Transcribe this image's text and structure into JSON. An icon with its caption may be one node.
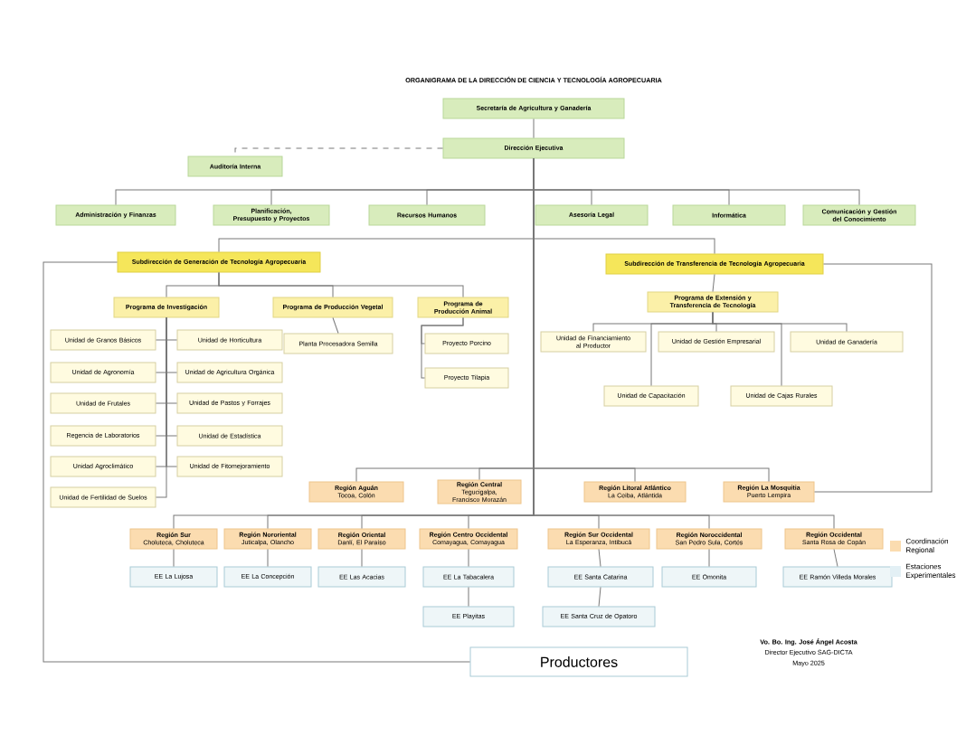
{
  "diagram": {
    "title": "ORGANIGRAMA DE LA DIRECCIÓN DE CIENCIA Y TECNOLOGÍA AGROPECUARIA",
    "nodes": [
      {
        "text": [
          "Secretaría de Agricultura y Ganadería"
        ]
      },
      {
        "text": [
          "Dirección Ejecutiva"
        ]
      },
      {
        "text": [
          "Auditoría Interna"
        ]
      },
      {
        "text": [
          "Administración y Finanzas"
        ]
      },
      {
        "text": [
          "Planificación, Presupuesto y Proyectos"
        ]
      },
      {
        "text": [
          "Recursos Humanos"
        ]
      },
      {
        "text": [
          "Asesoría Legal"
        ]
      },
      {
        "text": [
          "Informática"
        ]
      },
      {
        "text": [
          "Comunicación y Gestión del Conocimiento"
        ]
      },
      {
        "text": [
          "Subdirección de Generación de Tecnología Agropecuaria"
        ]
      },
      {
        "text": [
          "Subdirección de Transferencia de Tecnología Agropecuaria"
        ]
      },
      {
        "text": [
          "Programa de Investigación"
        ]
      },
      {
        "text": [
          "Programa de Producción Vegetal"
        ]
      },
      {
        "text": [
          "Programa de Producción Animal"
        ]
      },
      {
        "text": [
          "Programa de Extensión y Transferencia de Tecnología"
        ]
      },
      {
        "text": [
          "Unidad de Granos Básicos"
        ]
      },
      {
        "text": [
          "Unidad de Horticultura"
        ]
      },
      {
        "text": [
          "Unidad de Agronomía"
        ]
      },
      {
        "text": [
          "Unidad de Agricultura Orgánica"
        ]
      },
      {
        "text": [
          "Unidad de Frutales"
        ]
      },
      {
        "text": [
          "Unidad de Pastos y Forrajes"
        ]
      },
      {
        "text": [
          "Regencia de Laboratorios"
        ]
      },
      {
        "text": [
          "Unidad de Estadística"
        ]
      },
      {
        "text": [
          "Unidad Agroclimático"
        ]
      },
      {
        "text": [
          "Unidad de Fitomejoramiento"
        ]
      },
      {
        "text": [
          "Unidad de Fertilidad de Suelos"
        ]
      },
      {
        "text": [
          "Planta Procesadora Semilla"
        ]
      },
      {
        "text": [
          "Proyecto Porcino"
        ]
      },
      {
        "text": [
          "Proyecto Tilapia"
        ]
      },
      {
        "text": [
          "Unidad de Financiamiento al Productor"
        ]
      },
      {
        "text": [
          "Unidad de Gestión Empresarial"
        ]
      },
      {
        "text": [
          "Unidad de Ganadería"
        ]
      },
      {
        "text": [
          "Unidad de Capacitación"
        ]
      },
      {
        "text": [
          "Unidad de Cajas Rurales"
        ]
      },
      {
        "text": [
          "Región Aguán",
          "Tocoa, Colón"
        ]
      },
      {
        "text": [
          "Región Central",
          "Tegucigalpa, Francisco Morazán"
        ]
      },
      {
        "text": [
          "Región Litoral Atlántico",
          "La Ceiba, Atlántida"
        ]
      },
      {
        "text": [
          "Región La Mosquitia",
          "Puerto Lempira"
        ]
      },
      {
        "text": [
          "Región Sur",
          "Choluteca, Choluteca"
        ]
      },
      {
        "text": [
          "Región Nororiental",
          "Juticalpa, Olancho"
        ]
      },
      {
        "text": [
          "Región Oriental",
          "Danlí, El Paraíso"
        ]
      },
      {
        "text": [
          "Región Centro Occidental",
          "Comayagua, Comayagua"
        ]
      },
      {
        "text": [
          "Región Sur Occidental",
          "La Esperanza, Intibucá"
        ]
      },
      {
        "text": [
          "Región Noroccidental",
          "San Pedro Sula, Cortés"
        ]
      },
      {
        "text": [
          "Región Occidental",
          "Santa Rosa de Copán"
        ]
      },
      {
        "text": [
          "EE La Lujosa"
        ]
      },
      {
        "text": [
          "EE La Concepción"
        ]
      },
      {
        "text": [
          "EE Las Acacias"
        ]
      },
      {
        "text": [
          "EE La Tabacalera"
        ]
      },
      {
        "text": [
          "EE Santa Catarina"
        ]
      },
      {
        "text": [
          "EE Omonita"
        ]
      },
      {
        "text": [
          "EE Ramón Villeda Morales"
        ]
      },
      {
        "text": [
          "EE Playitas"
        ]
      },
      {
        "text": [
          "EE Santa Cruz de Opatoro"
        ]
      },
      {
        "text": [
          "Productores"
        ]
      }
    ],
    "edges": [
      {
        "from": 0,
        "to": 1,
        "arrow": "none"
      },
      {
        "from": 1,
        "to": 2,
        "arrow": "none",
        "style": "dashed"
      },
      {
        "from": 1,
        "to": 3,
        "arrow": "none"
      },
      {
        "from": 1,
        "to": 4,
        "arrow": "none"
      },
      {
        "from": 1,
        "to": 5,
        "arrow": "none"
      },
      {
        "from": 1,
        "to": 6,
        "arrow": "none"
      },
      {
        "from": 1,
        "to": 7,
        "arrow": "none"
      },
      {
        "from": 1,
        "to": 8,
        "arrow": "none"
      },
      {
        "from": 1,
        "to": 9,
        "arrow": "none"
      },
      {
        "from": 1,
        "to": 10,
        "arrow": "none"
      },
      {
        "from": 9,
        "to": 11,
        "arrow": "none"
      },
      {
        "from": 9,
        "to": 12,
        "arrow": "none"
      },
      {
        "from": 9,
        "to": 13,
        "arrow": "none"
      },
      {
        "from": 11,
        "to": 15,
        "arrow": "none"
      },
      {
        "from": 11,
        "to": 16,
        "arrow": "none"
      },
      {
        "from": 11,
        "to": 17,
        "arrow": "none"
      },
      {
        "from": 11,
        "to": 18,
        "arrow": "none"
      },
      {
        "from": 11,
        "to": 19,
        "arrow": "none"
      },
      {
        "from": 11,
        "to": 20,
        "arrow": "none"
      },
      {
        "from": 11,
        "to": 21,
        "arrow": "none"
      },
      {
        "from": 11,
        "to": 22,
        "arrow": "none"
      },
      {
        "from": 11,
        "to": 23,
        "arrow": "none"
      },
      {
        "from": 11,
        "to": 24,
        "arrow": "none"
      },
      {
        "from": 11,
        "to": 25,
        "arrow": "none"
      },
      {
        "from": 12,
        "to": 26,
        "arrow": "none"
      },
      {
        "from": 13,
        "to": 27,
        "arrow": "none"
      },
      {
        "from": 13,
        "to": 28,
        "arrow": "none"
      },
      {
        "from": 10,
        "to": 14,
        "arrow": "none"
      },
      {
        "from": 14,
        "to": 29,
        "arrow": "none"
      },
      {
        "from": 14,
        "to": 30,
        "arrow": "none"
      },
      {
        "from": 14,
        "to": 31,
        "arrow": "none"
      },
      {
        "from": 14,
        "to": 32,
        "arrow": "none"
      },
      {
        "from": 14,
        "to": 33,
        "arrow": "none"
      },
      {
        "from": 1,
        "to": 34,
        "arrow": "none"
      },
      {
        "from": 1,
        "to": 35,
        "arrow": "none"
      },
      {
        "from": 1,
        "to": 36,
        "arrow": "none"
      },
      {
        "from": 1,
        "to": 37,
        "arrow": "none"
      },
      {
        "from": 10,
        "to": 37,
        "arrow": "none"
      },
      {
        "from": 1,
        "to": 38,
        "arrow": "none"
      },
      {
        "from": 1,
        "to": 39,
        "arrow": "none"
      },
      {
        "from": 1,
        "to": 40,
        "arrow": "none"
      },
      {
        "from": 1,
        "to": 41,
        "arrow": "none"
      },
      {
        "from": 1,
        "to": 42,
        "arrow": "none"
      },
      {
        "from": 1,
        "to": 43,
        "arrow": "none"
      },
      {
        "from": 1,
        "to": 44,
        "arrow": "none"
      },
      {
        "from": 38,
        "to": 45,
        "arrow": "none"
      },
      {
        "from": 39,
        "to": 46,
        "arrow": "none"
      },
      {
        "from": 40,
        "to": 47,
        "arrow": "none"
      },
      {
        "from": 41,
        "to": 48,
        "arrow": "none"
      },
      {
        "from": 42,
        "to": 49,
        "arrow": "none"
      },
      {
        "from": 43,
        "to": 50,
        "arrow": "none"
      },
      {
        "from": 44,
        "to": 51,
        "arrow": "none"
      },
      {
        "from": 48,
        "to": 52,
        "arrow": "none"
      },
      {
        "from": 49,
        "to": 53,
        "arrow": "none"
      },
      {
        "from": 9,
        "to": 54,
        "arrow": "none"
      }
    ],
    "labels": [
      "Vo. Bo. Ing. José Ángel Acosta",
      "Director Ejecutivo SAG-DICTA",
      "Mayo 2025"
    ],
    "legend": [
      {
        "text": "Coordinación Regional",
        "color": "#fbdcb0"
      },
      {
        "text": "Estaciones Experimentales",
        "color": "#e3f0f5"
      }
    ]
  }
}
